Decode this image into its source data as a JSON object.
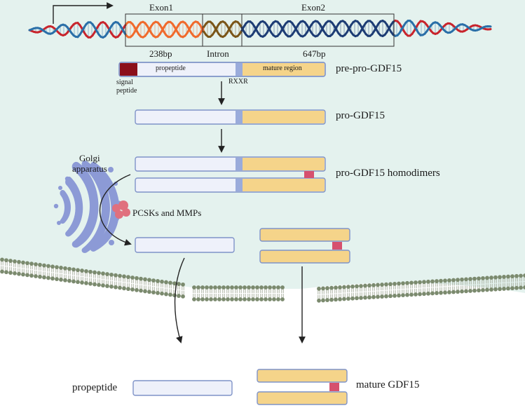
{
  "gene": {
    "exon1_label": "Exon1",
    "intron_label": "Intron",
    "exon2_label": "Exon2",
    "exon1_size": "238bp",
    "exon2_size": "647bp"
  },
  "precursor": {
    "propeptide_label": "propeptide",
    "mature_label": "mature region",
    "signal_line1": "signal",
    "signal_line2": "peptide",
    "cleavage_site": "RXXR",
    "name": "pre-pro-GDF15"
  },
  "pro": {
    "name": "pro-GDF15"
  },
  "homodimer": {
    "name": "pro-GDF15 homodimers"
  },
  "golgi": {
    "line1": "Golgi",
    "line2": "apparatus"
  },
  "enzymes": {
    "label": "PCSKs and MMPs"
  },
  "products": {
    "propeptide_label": "propeptide",
    "mature_label": "mature GDF15"
  },
  "colors": {
    "cytoplasm": "#e4f2ee",
    "propeptide_fill": "#eef1fa",
    "propeptide_stroke": "#7f93c8",
    "mature_fill": "#f5d48a",
    "mature_stroke": "#7f93c8",
    "disulfide": "#d6506e",
    "signal": "#8b0f1a",
    "golgi": "#8c9ad6",
    "enzyme": "#e0707e",
    "membrane_head": "#7b8a6e",
    "exon1_dna": "#f06a2c",
    "intron_dna": "#7a5518",
    "exon2_dna": "#1d3c74",
    "flank_red": "#c8242c",
    "flank_blue": "#2a6fa8"
  }
}
